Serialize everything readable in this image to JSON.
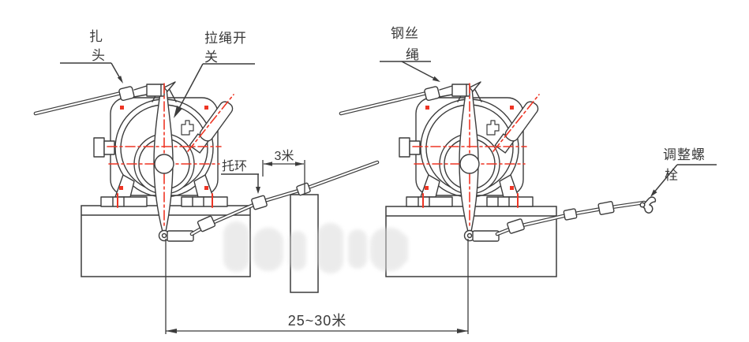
{
  "labels": {
    "tie_head": {
      "line1": "扎",
      "line2": "头"
    },
    "pull_rope_switch": {
      "line1": "拉绳开",
      "line2": "关"
    },
    "steel_wire_rope": {
      "line1": "钢丝",
      "line2": "绳"
    },
    "support_ring": {
      "text": "托环"
    },
    "adjusting_bolt": {
      "line1": "调整螺",
      "line2": "栓"
    }
  },
  "dimensions": {
    "ring_to_stand": "3米",
    "switch_span": "25~30米"
  },
  "colors": {
    "drawing_line": "#3c3c3c",
    "centerline_red": "#ee3524",
    "label_text": "#3a3a3a",
    "background": "#ffffff",
    "watermark": "#d9d9d9"
  }
}
